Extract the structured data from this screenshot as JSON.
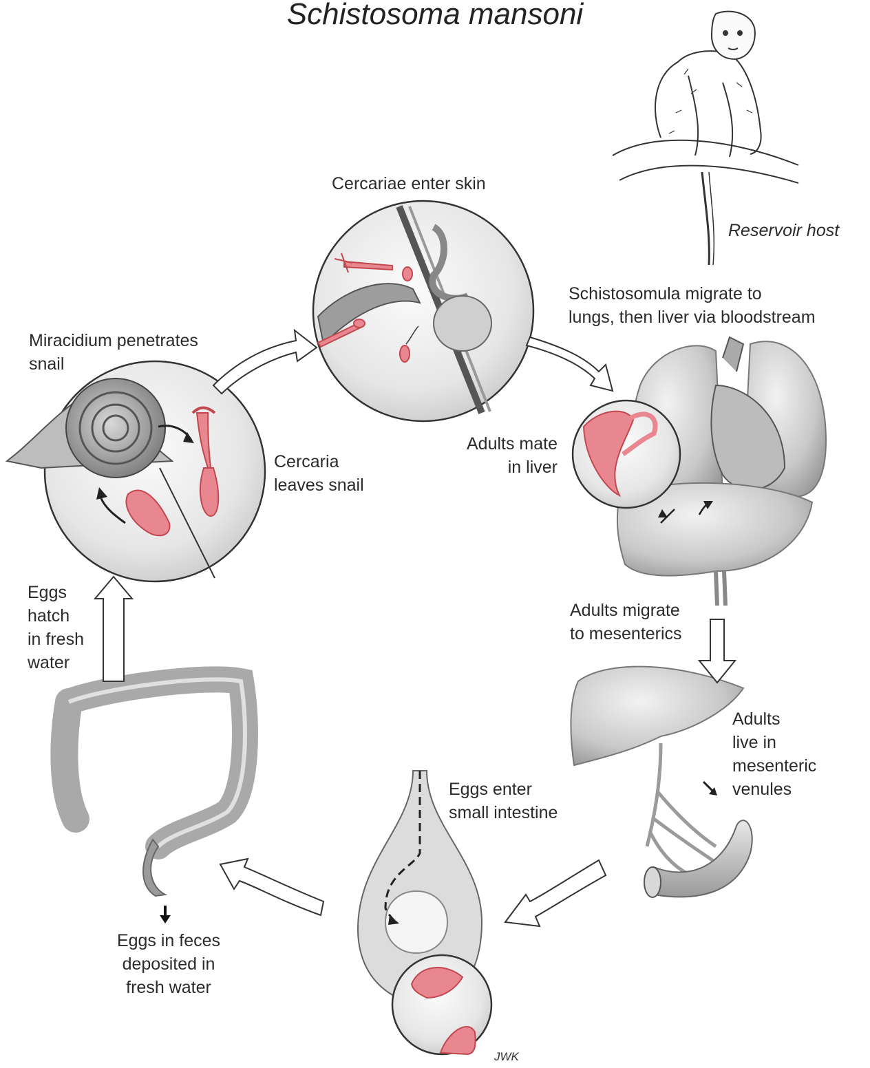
{
  "title": "Schistosoma mansoni",
  "labels": {
    "reservoir_host": "Reservoir host",
    "cercariae_enter_skin": "Cercariae enter skin",
    "schistosomula_migrate": "Schistosomula migrate to\nlungs, then liver via bloodstream",
    "miracidium_penetrates": "Miracidium penetrates\nsnail",
    "cercaria_leaves": "Cercaria\nleaves snail",
    "adults_mate": "Adults mate\nin liver",
    "eggs_hatch": "Eggs\nhatch\nin fresh\nwater",
    "adults_migrate": "Adults migrate\nto mesenterics",
    "adults_live": "Adults\nlive in\nmesenteric\nvenules",
    "eggs_enter": "Eggs enter\nsmall intestine",
    "eggs_in_feces": "Eggs in feces\ndeposited in\nfresh water"
  },
  "signature": "JWK",
  "colors": {
    "worm_pink": "#e8878f",
    "worm_outline": "#c2474f",
    "organ_gray": "#b5b5b5",
    "line": "#333333"
  }
}
